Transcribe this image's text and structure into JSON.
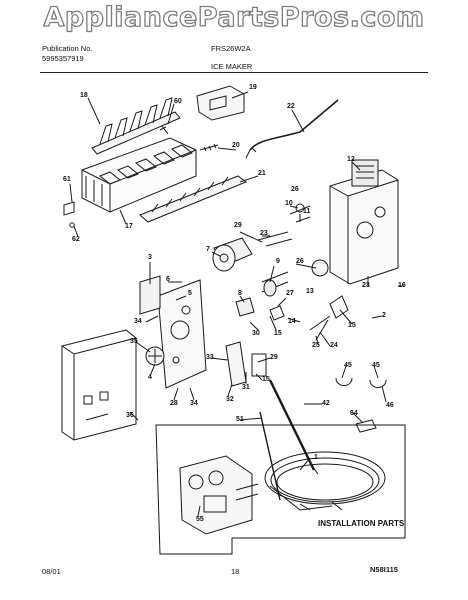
{
  "watermark": "AppliancePartsPros.com",
  "header": {
    "publication_label": "Publication No.",
    "publication_no": "5995357919",
    "model": "FRS26W2A",
    "section_title": "ICE MAKER"
  },
  "footer": {
    "date": "08/01",
    "page": "18",
    "diagram_id": "N58I115"
  },
  "installation_label": "INSTALLATION PARTS",
  "callouts": [
    {
      "id": "c18",
      "text": "18"
    },
    {
      "id": "c60",
      "text": "60"
    },
    {
      "id": "c19",
      "text": "19"
    },
    {
      "id": "c22",
      "text": "22"
    },
    {
      "id": "c20",
      "text": "20"
    },
    {
      "id": "c21",
      "text": "21"
    },
    {
      "id": "c61",
      "text": "61"
    },
    {
      "id": "c62",
      "text": "62"
    },
    {
      "id": "c17",
      "text": "17"
    },
    {
      "id": "c12",
      "text": "12"
    },
    {
      "id": "c10",
      "text": "10"
    },
    {
      "id": "c26a",
      "text": "26"
    },
    {
      "id": "c11",
      "text": "11"
    },
    {
      "id": "c29a",
      "text": "29"
    },
    {
      "id": "c23a",
      "text": "23"
    },
    {
      "id": "c7",
      "text": "7"
    },
    {
      "id": "c9",
      "text": "9"
    },
    {
      "id": "c26b",
      "text": "26"
    },
    {
      "id": "c13",
      "text": "13"
    },
    {
      "id": "c3",
      "text": "3"
    },
    {
      "id": "c6",
      "text": "6"
    },
    {
      "id": "c5",
      "text": "5"
    },
    {
      "id": "c8",
      "text": "8"
    },
    {
      "id": "c27",
      "text": "27"
    },
    {
      "id": "c23b",
      "text": "23"
    },
    {
      "id": "c16",
      "text": "16"
    },
    {
      "id": "c2",
      "text": "2"
    },
    {
      "id": "c34a",
      "text": "34"
    },
    {
      "id": "c30",
      "text": "30"
    },
    {
      "id": "c15a",
      "text": "15"
    },
    {
      "id": "c14",
      "text": "14"
    },
    {
      "id": "c15b",
      "text": "15"
    },
    {
      "id": "c25",
      "text": "25"
    },
    {
      "id": "c24",
      "text": "24"
    },
    {
      "id": "c35",
      "text": "35"
    },
    {
      "id": "c4",
      "text": "4"
    },
    {
      "id": "c33",
      "text": "33"
    },
    {
      "id": "c29b",
      "text": "29"
    },
    {
      "id": "c31",
      "text": "31"
    },
    {
      "id": "c15c",
      "text": "15"
    },
    {
      "id": "c28",
      "text": "28"
    },
    {
      "id": "c34b",
      "text": "34"
    },
    {
      "id": "c32",
      "text": "32"
    },
    {
      "id": "c45a",
      "text": "45"
    },
    {
      "id": "c45b",
      "text": "45"
    },
    {
      "id": "c42",
      "text": "42"
    },
    {
      "id": "c46",
      "text": "46"
    },
    {
      "id": "c36",
      "text": "36"
    },
    {
      "id": "c64",
      "text": "64"
    },
    {
      "id": "c51",
      "text": "51"
    },
    {
      "id": "c1",
      "text": "1"
    },
    {
      "id": "c55",
      "text": "55"
    }
  ]
}
